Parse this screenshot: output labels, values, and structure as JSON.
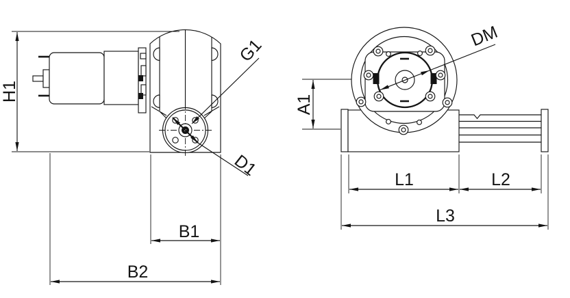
{
  "drawing": {
    "background": "#ffffff",
    "line_color": "#141414",
    "labels": {
      "h1": "H1",
      "g1": "G1",
      "d1": "D1",
      "b1": "B1",
      "b2": "B2",
      "a1": "A1",
      "dm": "DM",
      "l1": "L1",
      "l2": "L2",
      "l3": "L3"
    }
  }
}
